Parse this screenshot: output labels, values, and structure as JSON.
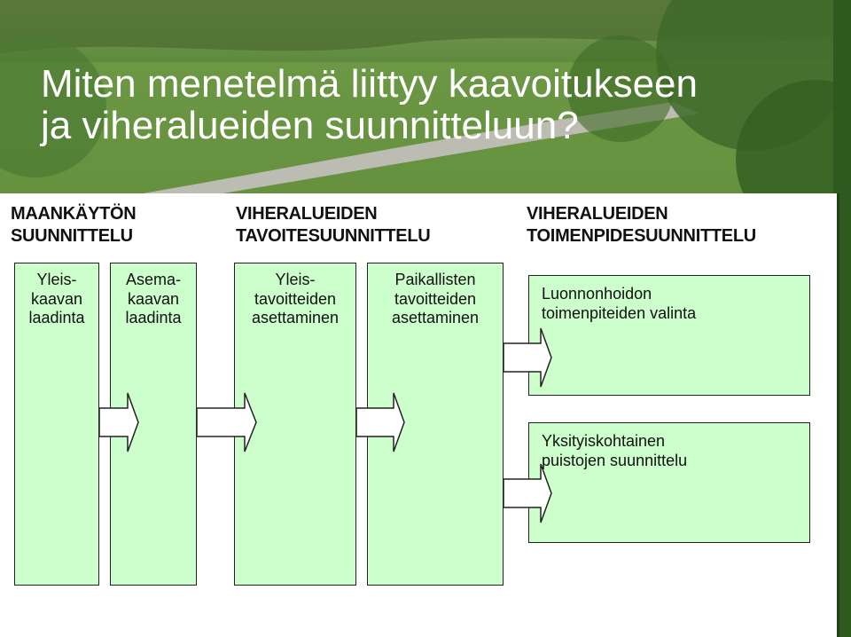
{
  "title": "Miten menetelmä liittyy kaavoitukseen\nja viheralueiden suunnitteluun?",
  "headers": {
    "col1": "MAANKÄYTÖN\nSUUNNITTELU",
    "col2": "VIHERALUEIDEN\nTAVOITESUUNNITTELU",
    "col3": "VIHERALUEIDEN\nTOIMENPIDESUUNNITTELU"
  },
  "boxes": {
    "yleiskaava": "Yleis-\nkaavan\nlaadinta",
    "asemakaava": "Asema-\nkaavan\nlaadinta",
    "yleistavoitteet": "Yleis-\ntavoitteiden\nasettaminen",
    "paikalliset": "Paikallisten\ntavoitteiden\nasettaminen",
    "luonnonhoito": "Luonnonhoidon\ntoimenpiteiden valinta",
    "yksityiskohtainen": "Yksityiskohtainen\npuistojen suunnittelu"
  },
  "colors": {
    "box_fill": "#ccffcc",
    "arrow_fill": "#ffffff",
    "title_text": "#ffffff"
  }
}
